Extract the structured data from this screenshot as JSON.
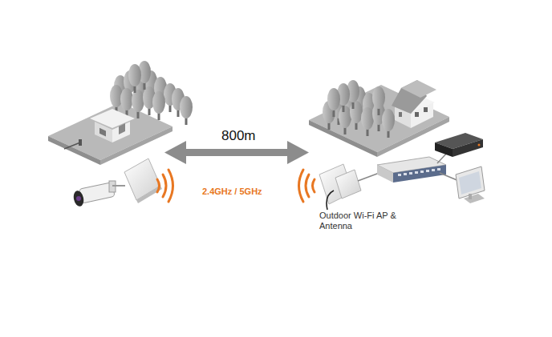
{
  "diagram": {
    "labels": [
      "800m",
      "2.4GHz / 5GHz",
      "Outdoor Wi-Fi AP & Antenna"
    ]
  }
}
